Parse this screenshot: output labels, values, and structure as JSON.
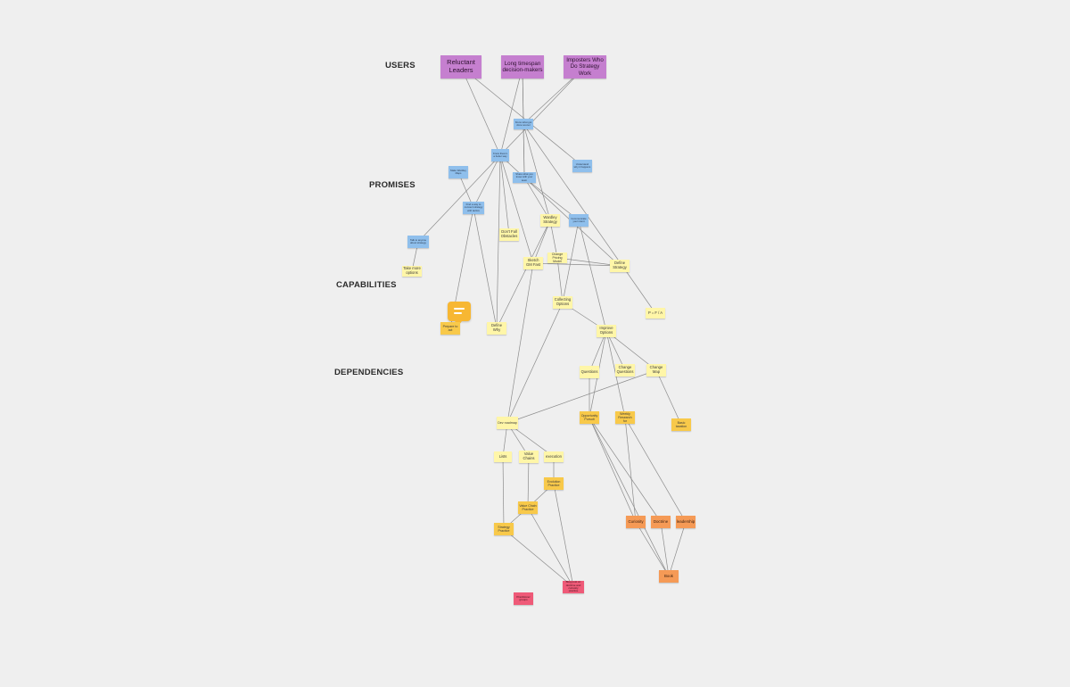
{
  "sections": {
    "users": "USERS",
    "promises": "PROMISES",
    "capabilities": "CAPABILITIES",
    "dependencies": "DEPENDENCIES"
  },
  "nodes": {
    "reluctant_leaders": "Reluctant Leaders",
    "long_timespan": "Long timespan decision-makers",
    "imposters": "Imposters Who Do Strategy Work",
    "blue_top": "Know what got done sooner",
    "blue_center": "Know there's a better way",
    "blue_left": "Make Wardley Maps",
    "blue_mid": "Share what you know with your team",
    "blue_right": "Understand why it happens",
    "blue_mid2": "Make strategy part of everyday work",
    "blue_left_low": "Find a way to connect strategy with tactics",
    "blue_lower_right": "Communicate your intent",
    "blue_far_left": "Talk to anyone about strategy",
    "take_more_options": "Take more options",
    "dont_fall_obstacles": "Don't Fall Obstacles",
    "wardley_strategy": "Wardley Strategy",
    "sketch_gm_fast": "Sketch GM Fast",
    "change_pricing": "Change Pricing Model",
    "define_strategy": "Define Strategy",
    "pfa": "P = F / A",
    "collecting_options": "Collecting Options",
    "prepare_to_act": "Prepare to act",
    "define_why": "Define Why",
    "improve_options": "Improve Options",
    "questions": "Questions",
    "change_questions": "Change Questions",
    "change_map": "Change Map",
    "opportunity_pursuit": "Opportunity Pursuit",
    "weekly_research": "Weekly Research for",
    "basic_taxation": "Basic taxation",
    "dev_roadmap": "Dev roadmap",
    "lists": "Lists",
    "value_chains": "Value Chains",
    "execution": "execution",
    "evolution_practice": "Evolution Practice",
    "value_chain_practice": "Value Chain Practice",
    "strategy_practice": "Strategy Practice",
    "curiosity": "Curiosity",
    "doctrine": "Doctrine",
    "leadership": "leadership",
    "book": "Book",
    "practitioner_groups": "Practitioner groups",
    "pink_right": "Blog post on doctrine and curiosity practice"
  },
  "icons": {
    "chat": "chat-comment-icon"
  },
  "colors": {
    "background": "#efefef",
    "purple": "#c57fcf",
    "blue": "#8fbfec",
    "yellow": "#fff6a8",
    "gold": "#f8c94a",
    "orange": "#f59a56",
    "pink": "#ef5a78"
  }
}
